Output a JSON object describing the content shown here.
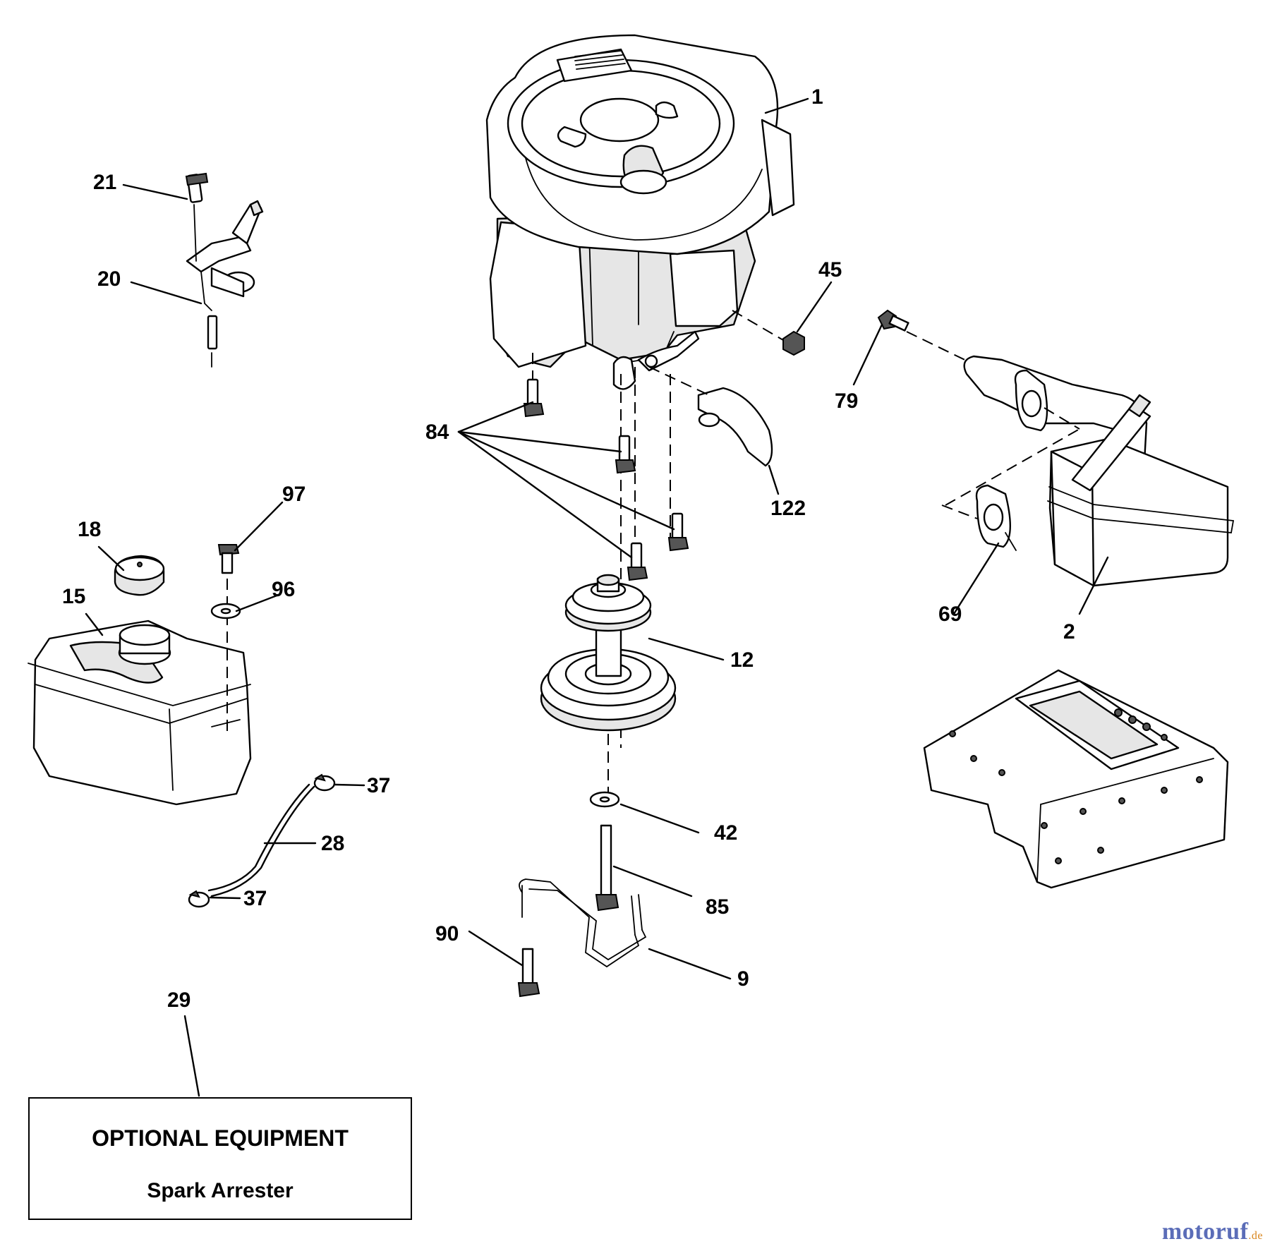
{
  "callouts": [
    {
      "id": "1",
      "text": "1"
    },
    {
      "id": "2",
      "text": "2"
    },
    {
      "id": "9",
      "text": "9"
    },
    {
      "id": "12",
      "text": "12"
    },
    {
      "id": "15",
      "text": "15"
    },
    {
      "id": "18",
      "text": "18"
    },
    {
      "id": "20",
      "text": "20"
    },
    {
      "id": "21",
      "text": "21"
    },
    {
      "id": "28",
      "text": "28"
    },
    {
      "id": "29",
      "text": "29"
    },
    {
      "id": "37a",
      "text": "37"
    },
    {
      "id": "37b",
      "text": "37"
    },
    {
      "id": "42",
      "text": "42"
    },
    {
      "id": "45",
      "text": "45"
    },
    {
      "id": "69",
      "text": "69"
    },
    {
      "id": "79",
      "text": "79"
    },
    {
      "id": "84",
      "text": "84"
    },
    {
      "id": "85",
      "text": "85"
    },
    {
      "id": "90",
      "text": "90"
    },
    {
      "id": "96",
      "text": "96"
    },
    {
      "id": "97",
      "text": "97"
    },
    {
      "id": "122",
      "text": "122"
    }
  ],
  "optional_equipment": {
    "title": "OPTIONAL EQUIPMENT",
    "item": "Spark Arrester"
  },
  "watermark": {
    "main": "motoruf",
    "tld": ".de"
  },
  "colors": {
    "line": "#000000",
    "background": "#ffffff",
    "watermark_main": "#5b6db8",
    "watermark_tld": "#d9861e"
  }
}
